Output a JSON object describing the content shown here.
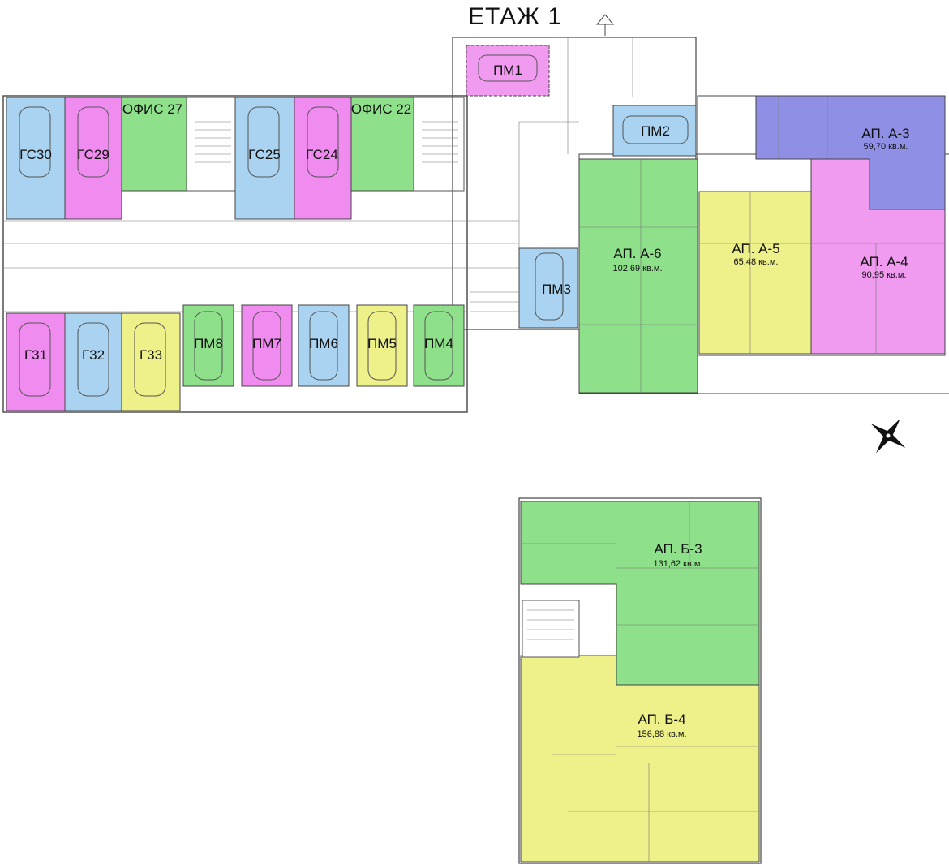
{
  "title": "ЕТАЖ 1",
  "colors": {
    "blue": "#a9d3f0",
    "pink": "#f08cf0",
    "green": "#8fe08a",
    "yellow": "#eef08a",
    "purple": "#8f8fe6",
    "magenta": "#f09af0",
    "line": "#444444"
  },
  "units": {
    "gs30": "ГС30",
    "gs29": "ГС29",
    "office27": "ОФИС 27",
    "gs25": "ГС25",
    "gs24": "ГС24",
    "office22": "ОФИС 22",
    "pm1": "ПМ1",
    "pm2": "ПМ2",
    "pm3": "ПМ3",
    "g31": "Г31",
    "g32": "Г32",
    "g33": "Г33",
    "pm8": "ПМ8",
    "pm7": "ПМ7",
    "pm6": "ПМ6",
    "pm5": "ПМ5",
    "pm4": "ПМ4"
  },
  "apartments": {
    "a3": {
      "name": "АП. А-3",
      "area": "59,70 кв.м."
    },
    "a4": {
      "name": "АП. А-4",
      "area": "90,95 кв.м."
    },
    "a5": {
      "name": "АП. А-5",
      "area": "65,48 кв.м."
    },
    "a6": {
      "name": "АП. А-6",
      "area": "102,69 кв.м."
    },
    "b3": {
      "name": "АП. Б-3",
      "area": "131,62 кв.м."
    },
    "b4": {
      "name": "АП. Б-4",
      "area": "156,88 кв.м."
    }
  },
  "icons": {
    "compass": "compass-rose-icon",
    "car": "car-icon"
  }
}
